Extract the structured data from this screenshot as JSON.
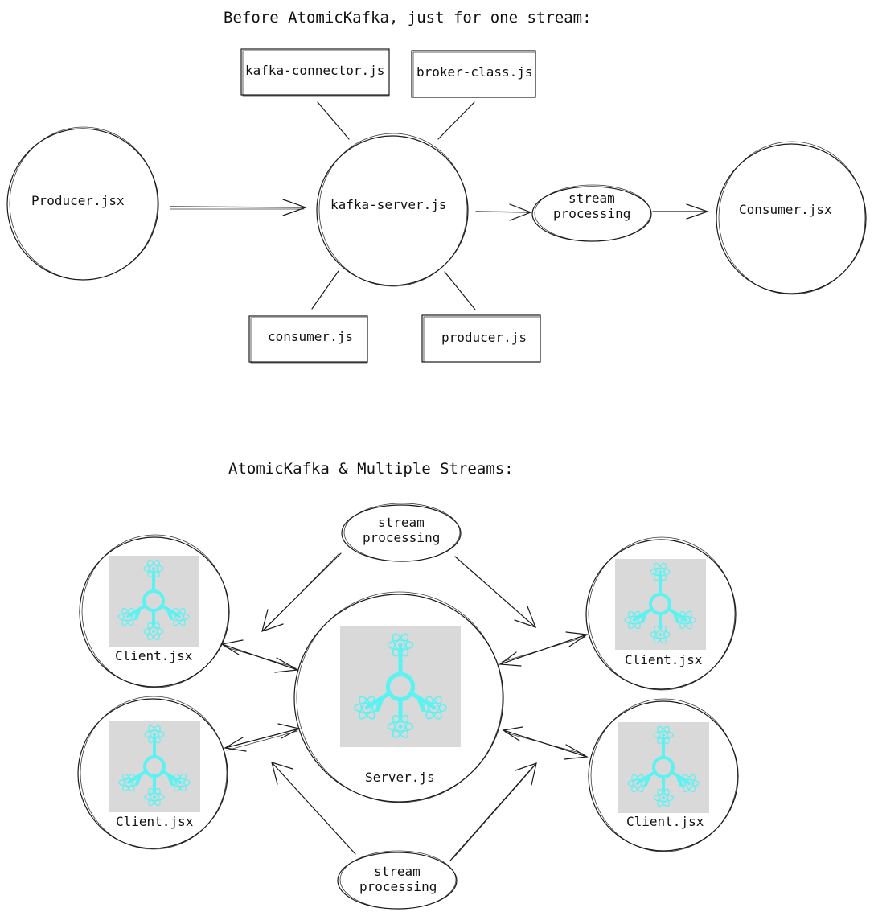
{
  "diagram_before": {
    "title": "Before AtomicKafka, just for one stream:",
    "producer_jsx": "Producer.jsx",
    "kafka_server": "kafka-server.js",
    "kafka_connector": "kafka-connector.js",
    "broker_class": "broker-class.js",
    "consumer_js": "consumer.js",
    "producer_js": "producer.js",
    "stream_processing_line1": "stream",
    "stream_processing_line2": "processing",
    "consumer_jsx": "Consumer.jsx"
  },
  "diagram_after": {
    "title": "AtomicKafka & Multiple Streams:",
    "server": "Server.js",
    "client_label": "Client.jsx",
    "stream_processing_line1": "stream",
    "stream_processing_line2": "processing"
  },
  "colors": {
    "ink": "#1a1a1a",
    "logo": "#5cf2f2",
    "tile": "#d9d9d9"
  },
  "icons": [
    "atom-hub-logo"
  ]
}
